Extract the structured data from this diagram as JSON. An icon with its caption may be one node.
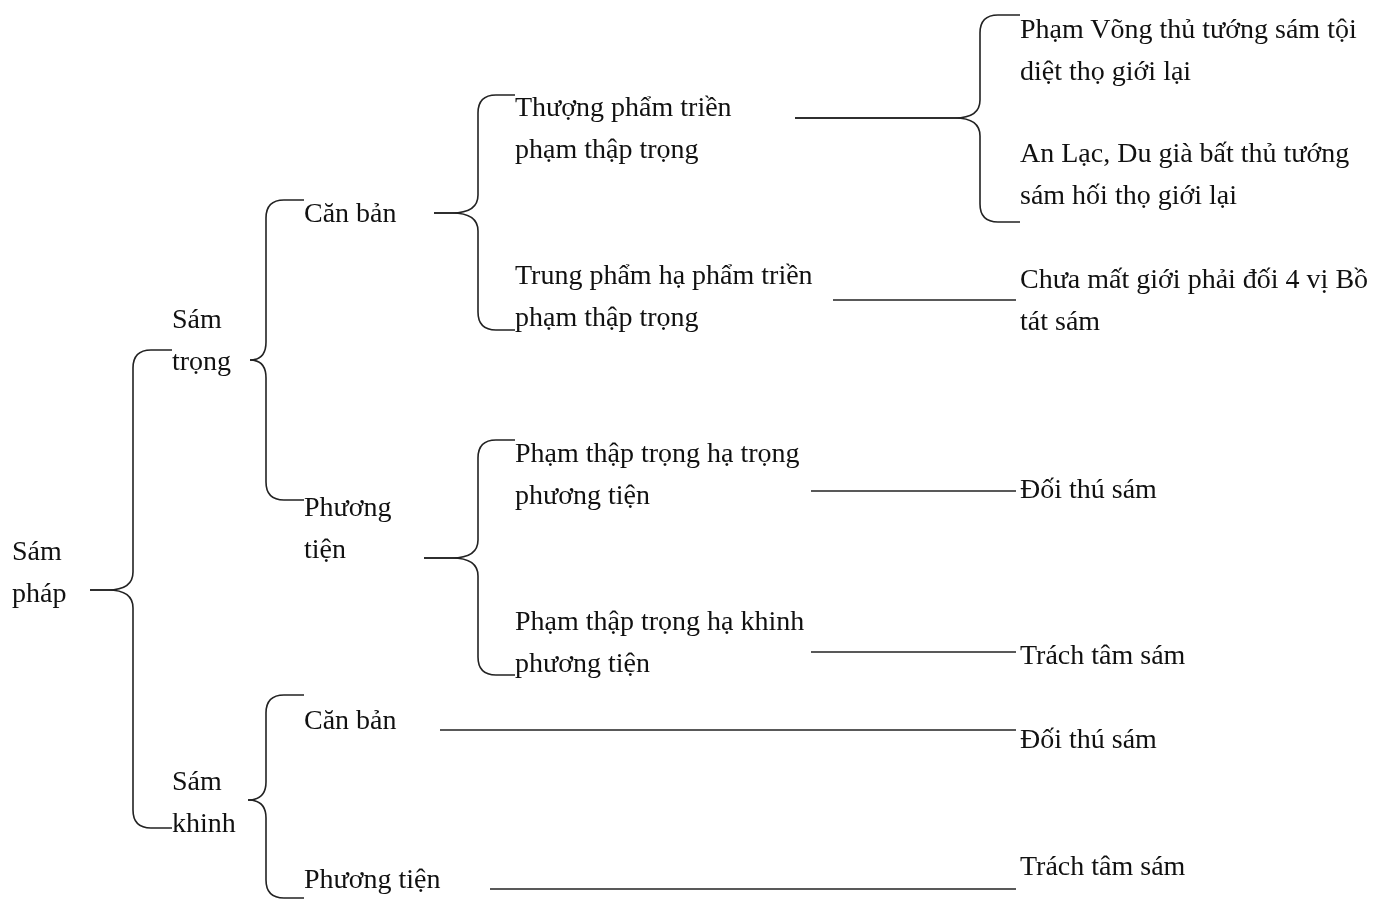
{
  "diagram": {
    "nodes": [
      {
        "text": [
          "Sám pháp"
        ]
      },
      {
        "text": [
          "Sám trọng"
        ]
      },
      {
        "text": [
          "Sám khinh"
        ]
      },
      {
        "text": [
          "Căn bản"
        ]
      },
      {
        "text": [
          "Phương tiện"
        ]
      },
      {
        "text": [
          "Thượng phẩm triền phạm thập trọng"
        ]
      },
      {
        "text": [
          "Trung phẩm hạ phẩm triền phạm thập trọng"
        ]
      },
      {
        "text": [
          "Phạm thập trọng hạ trọng phương tiện"
        ]
      },
      {
        "text": [
          "Phạm thập trọng hạ khinh phương tiện"
        ]
      },
      {
        "text": [
          "Phạm Võng thủ tướng sám tội diệt thọ giới lại"
        ]
      },
      {
        "text": [
          "An Lạc, Du già bất thủ tướng sám hối thọ giới lại"
        ]
      },
      {
        "text": [
          "Chưa mất giới phải đối 4 vị Bồ tát sám"
        ]
      },
      {
        "text": [
          "Đối thú sám"
        ]
      },
      {
        "text": [
          "Trách tâm sám"
        ]
      },
      {
        "text": [
          "Căn bản"
        ]
      },
      {
        "text": [
          "Phương tiện"
        ]
      },
      {
        "text": [
          "Đối thú sám"
        ]
      },
      {
        "text": [
          "Trách tâm sám"
        ]
      }
    ],
    "edges": [
      {
        "from": 0,
        "to": 1,
        "arrow": "none"
      },
      {
        "from": 0,
        "to": 2,
        "arrow": "none"
      },
      {
        "from": 1,
        "to": 3,
        "arrow": "none"
      },
      {
        "from": 1,
        "to": 4,
        "arrow": "none"
      },
      {
        "from": 3,
        "to": 5,
        "arrow": "none"
      },
      {
        "from": 3,
        "to": 6,
        "arrow": "none"
      },
      {
        "from": 4,
        "to": 7,
        "arrow": "none"
      },
      {
        "from": 4,
        "to": 8,
        "arrow": "none"
      },
      {
        "from": 5,
        "to": 9,
        "arrow": "none"
      },
      {
        "from": 5,
        "to": 10,
        "arrow": "none"
      },
      {
        "from": 6,
        "to": 11,
        "arrow": "none"
      },
      {
        "from": 7,
        "to": 12,
        "arrow": "none"
      },
      {
        "from": 8,
        "to": 13,
        "arrow": "none"
      },
      {
        "from": 2,
        "to": 14,
        "arrow": "none"
      },
      {
        "from": 2,
        "to": 15,
        "arrow": "none"
      },
      {
        "from": 14,
        "to": 16,
        "arrow": "none"
      },
      {
        "from": 15,
        "to": 17,
        "arrow": "none"
      }
    ]
  }
}
